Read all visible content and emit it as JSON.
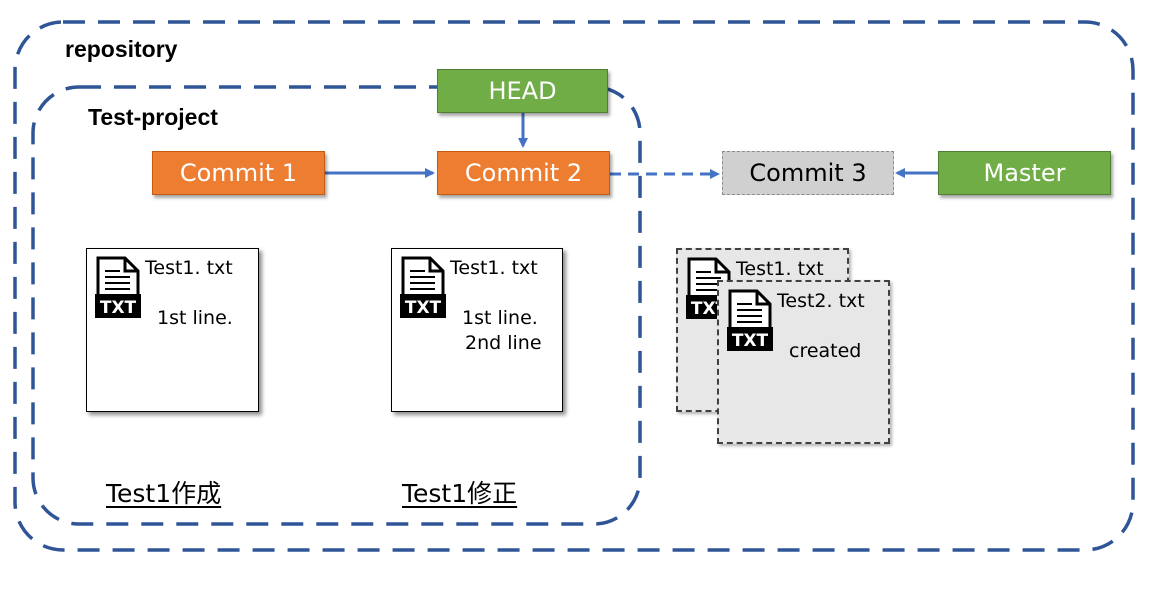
{
  "containers": {
    "repository_label": "repository",
    "project_label": "Test-project"
  },
  "nodes": {
    "head": "HEAD",
    "commit1": "Commit 1",
    "commit2": "Commit 2",
    "commit3": "Commit 3",
    "master": "Master"
  },
  "files": {
    "file1": {
      "name": "Test1. txt",
      "lines": [
        "1st line."
      ]
    },
    "file2": {
      "name": "Test1. txt",
      "lines": [
        "1st line.",
        "2nd line"
      ]
    },
    "file3_back": {
      "name": "Test1. txt"
    },
    "file3_front": {
      "name": "Test2. txt",
      "lines": [
        "created"
      ]
    }
  },
  "file_icon_text": "TXT",
  "captions": {
    "commit1": "Test1作成",
    "commit2": "Test1修正"
  },
  "colors": {
    "frame": "#2f5597",
    "arrow": "#4472c4",
    "commit": "#ed7d31",
    "pointer": "#70ad47",
    "future_commit": "#d0d0d0"
  }
}
